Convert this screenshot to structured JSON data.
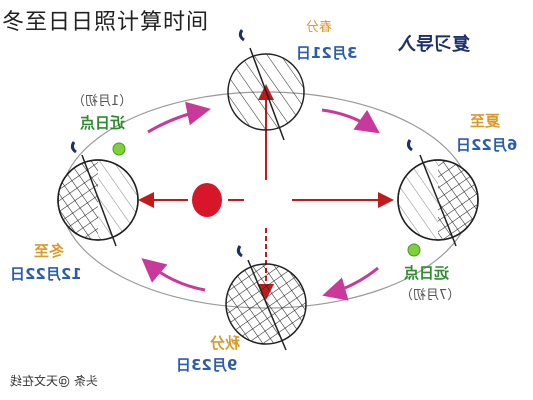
{
  "title": "冬至日日照计算时间",
  "top_right_note": "复习导入",
  "labels": {
    "spring_equinox": {
      "name": "春分",
      "date": "3月21日"
    },
    "summer_solstice": {
      "name": "夏至",
      "date": "6月22日"
    },
    "autumn_equinox": {
      "name": "秋分",
      "date": "9月23日"
    },
    "winter_solstice": {
      "name": "冬至",
      "date": "12月22日"
    },
    "perihelion": {
      "name": "近日点",
      "month": "（1月初）"
    },
    "aphelion": {
      "name": "远日点",
      "month": "（7月初）"
    }
  },
  "brand": "头条 @天文在线",
  "colors": {
    "sun": "#d8162a",
    "axis_arrow": "#c21a1a",
    "orbit_arrow": "#c9389b",
    "season_label": "#d99a2b",
    "date_label": "#2a5db0",
    "apsis_label": "#2e8b2e",
    "apsis_dot": "#7ed13a"
  }
}
